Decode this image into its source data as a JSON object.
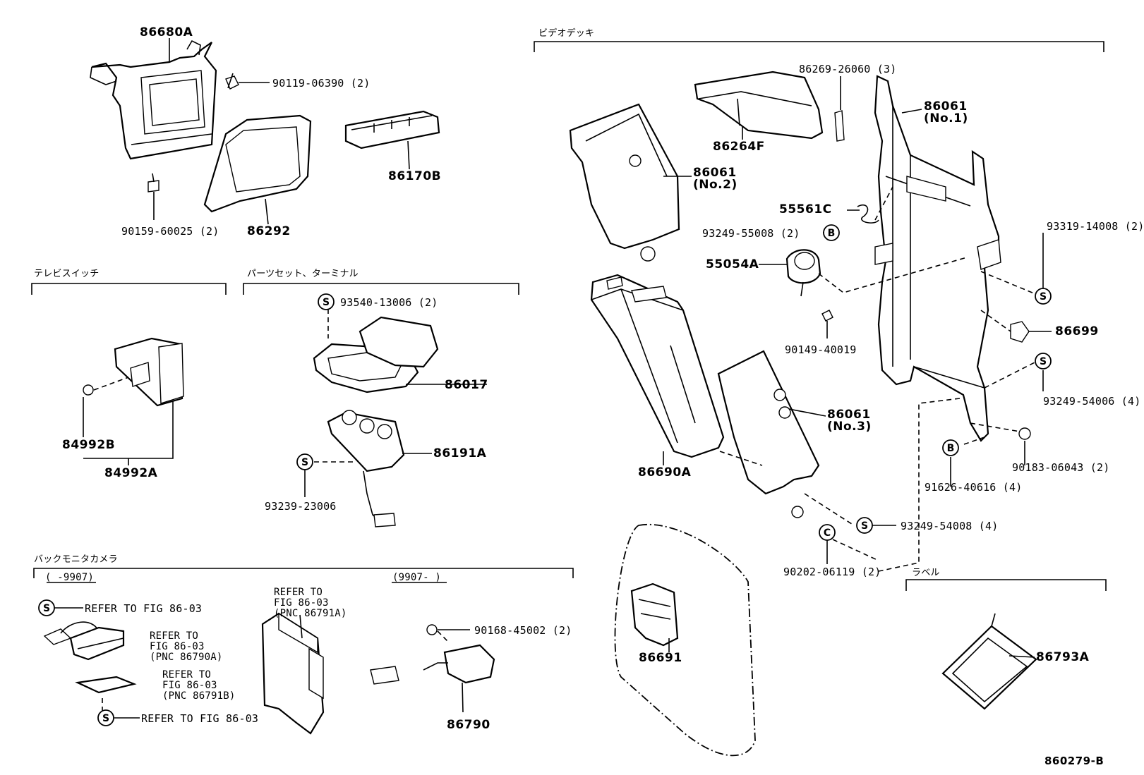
{
  "sections": {
    "video_deck": "ビデオデッキ",
    "tv_switch": "テレビスイッチ",
    "parts_set": "パーツセット、ターミナル",
    "back_monitor_camera": "バックモニタカメラ",
    "label": "ラベル",
    "range_before": "(    -9907)",
    "range_after": "(9907-    )"
  },
  "labels": {
    "p86680A": "86680A",
    "p90119": "90119-06390 (2)",
    "p86170B": "86170B",
    "p90159": "90159-60025 (2)",
    "p86292": "86292",
    "p93540": "93540-13006 (2)",
    "p86017": "86017",
    "p86191A": "86191A",
    "p93239": "93239-23006",
    "p84992B": "84992B",
    "p84992A": "84992A",
    "p86269": "86269-26060 (3)",
    "p86264F": "86264F",
    "p86061_2_num": "86061",
    "p86061_2_sub": "(No.2)",
    "p86061_1_num": "86061",
    "p86061_1_sub": "(No.1)",
    "p55561C": "55561C",
    "p93249_55008": "93249-55008 (2)",
    "p55054A": "55054A",
    "p93319": "93319-14008 (2)",
    "p90149": "90149-40019",
    "p86699": "86699",
    "p93249_54006": "93249-54006 (4)",
    "p86061_3_num": "86061",
    "p86061_3_sub": "(No.3)",
    "p86690A": "86690A",
    "p91626": "91626-40616 (4)",
    "p90183": "90183-06043 (2)",
    "p93249_54008": "93249-54008 (4)",
    "p90202": "90202-06119 (2)",
    "p86691": "86691",
    "p86793A": "86793A",
    "p90168": "90168-45002 (2)",
    "p86790": "86790",
    "ref_s1": "REFER TO FIG 86-03",
    "ref_s2": "REFER TO FIG 86-03",
    "ref_a": "REFER TO\nFIG 86-03\n(PNC 86790A)",
    "ref_b": "REFER TO\nFIG 86-03\n(PNC 86791B)",
    "ref_c": "REFER TO\nFIG 86-03\n(PNC 86791A)",
    "figure_id": "860279-B"
  },
  "markers": {
    "s": "S",
    "b": "B",
    "c": "C"
  }
}
